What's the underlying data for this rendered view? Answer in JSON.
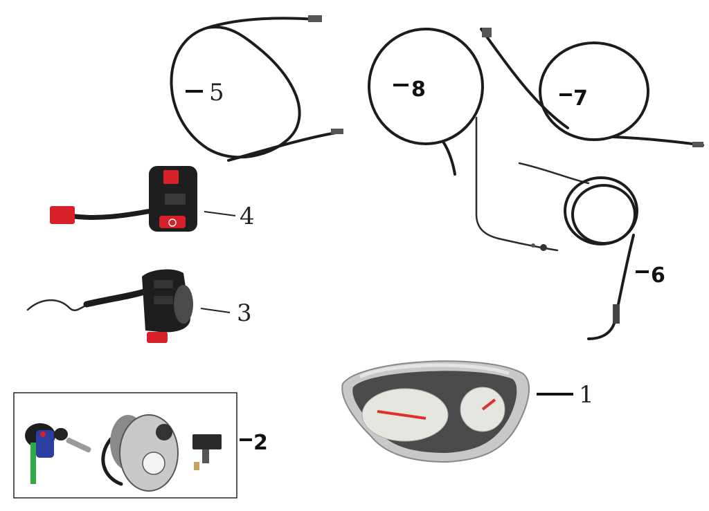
{
  "parts": [
    {
      "id": "1",
      "label": "1",
      "name": "instrument-cluster"
    },
    {
      "id": "2",
      "label": "2",
      "name": "ignition-switch-kit"
    },
    {
      "id": "3",
      "label": "3",
      "name": "handlebar-switch-left"
    },
    {
      "id": "4",
      "label": "4",
      "name": "handlebar-switch-right"
    },
    {
      "id": "5",
      "label": "5",
      "name": "cable-5"
    },
    {
      "id": "6",
      "label": "6",
      "name": "cable-6"
    },
    {
      "id": "7",
      "label": "7",
      "name": "cable-7"
    },
    {
      "id": "8",
      "label": "8",
      "name": "cable-8"
    }
  ],
  "colors": {
    "cable": "#1c1c1c",
    "switch_red": "#d8202a",
    "chrome": "#c8c8c8",
    "gauge_face": "#e6e6e0",
    "needle": "#e0302a",
    "key_blue": "#2a3fa0",
    "key_green": "#2fa84a"
  }
}
